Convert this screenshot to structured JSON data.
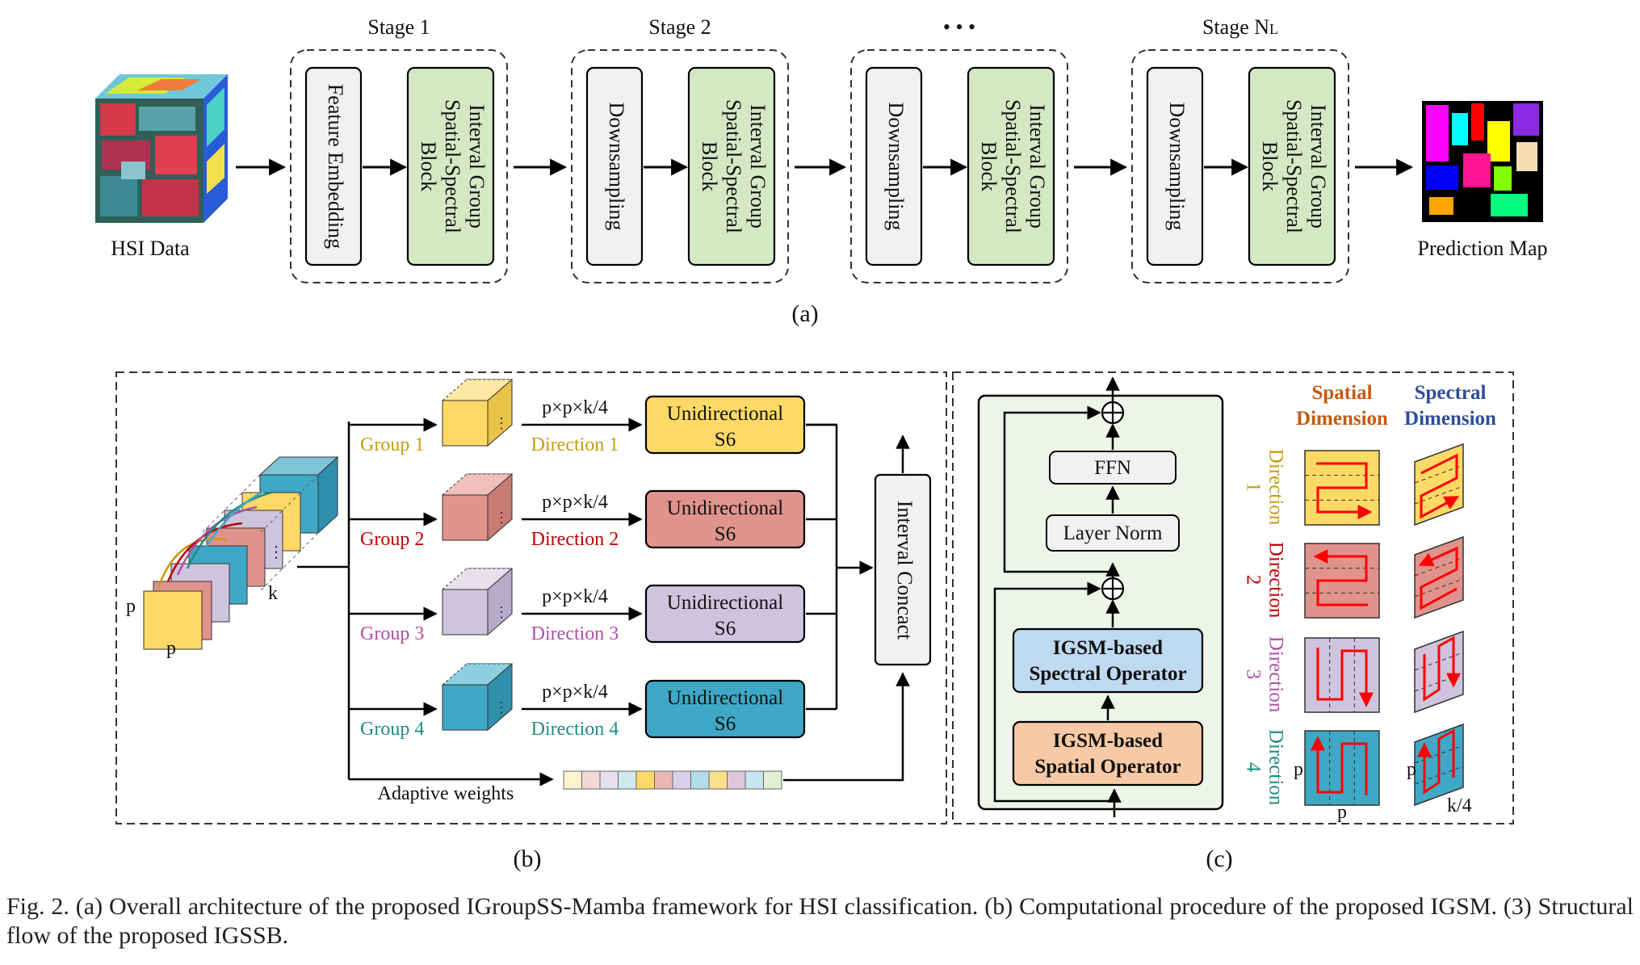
{
  "colors": {
    "green": "#d5e8c4",
    "gray": "#f1f1f1",
    "yellow": "#fed965",
    "pink": "#e0938c",
    "lavender": "#cfc4dd",
    "teal": "#3fa8c6",
    "blue_op": "#bfd9f1",
    "orange_op": "#f8c9a6",
    "panel_green": "#eff4e9",
    "gold_text": "#c89b10",
    "red_text": "#c00000",
    "purple_text": "#b04fa7",
    "teal_text": "#1f8c84",
    "spatial": "#c55a11",
    "spectral": "#2e4d9a",
    "arrow_red": "#ff0000"
  },
  "panel_a": {
    "input_label": "HSI Data",
    "stages": [
      {
        "title": "Stage 1",
        "first": "Feature Embedding",
        "second": "Interval Group Spatial-Spectral Block"
      },
      {
        "title": "Stage 2",
        "first": "Downsampling",
        "second": "Interval Group Spatial-Spectral Block"
      },
      {
        "title": "• • •",
        "first": "Downsampling",
        "second": "Interval Group Spatial-Spectral Block"
      },
      {
        "title": "Stage N",
        "title_sub": "L",
        "first": "Downsampling",
        "second": "Interval Group Spatial-Spectral Block"
      }
    ],
    "second_lines": [
      "Interval Group",
      "Spatial-Spectral",
      "Block"
    ],
    "output_label": "Prediction Map",
    "sublabel": "(a)"
  },
  "panel_b": {
    "cube_labels": {
      "p_side": "p",
      "p_bottom": "p",
      "k": "k"
    },
    "groups": [
      {
        "group": "Group 1",
        "direction": "Direction 1",
        "dims": "p×p×k/4",
        "s6_line1": "Unidirectional",
        "s6_line2": "S6"
      },
      {
        "group": "Group 2",
        "direction": "Direction 2",
        "dims": "p×p×k/4",
        "s6_line1": "Unidirectional",
        "s6_line2": "S6"
      },
      {
        "group": "Group 3",
        "direction": "Direction 3",
        "dims": "p×p×k/4",
        "s6_line1": "Unidirectional",
        "s6_line2": "S6"
      },
      {
        "group": "Group 4",
        "direction": "Direction 4",
        "dims": "p×p×k/4",
        "s6_line1": "Unidirectional",
        "s6_line2": "S6"
      }
    ],
    "adaptive_weights": "Adaptive weights",
    "concat": "Interval Concact",
    "sublabel": "(b)"
  },
  "panel_c": {
    "ffn": "FFN",
    "layer_norm": "Layer Norm",
    "spectral_op": [
      "IGSM-based",
      "Spectral Operator"
    ],
    "spatial_op": [
      "IGSM-based",
      "Spatial Operator"
    ],
    "spatial_header": [
      "Spatial",
      "Dimension"
    ],
    "spectral_header": [
      "Spectral",
      "Dimension"
    ],
    "directions": [
      {
        "word": "Direction",
        "num": "1"
      },
      {
        "word": "Direction",
        "num": "2"
      },
      {
        "word": "Direction",
        "num": "3"
      },
      {
        "word": "Direction",
        "num": "4"
      }
    ],
    "label_p1": "p",
    "label_p2": "p",
    "label_p3": "p",
    "label_k4": "k/4",
    "sublabel": "(c)"
  },
  "caption": "Fig. 2.   (a) Overall architecture of the proposed IGroupSS-Mamba framework for HSI classification. (b) Computational procedure of the proposed IGSM. (3) Structural flow of the proposed IGSSB."
}
